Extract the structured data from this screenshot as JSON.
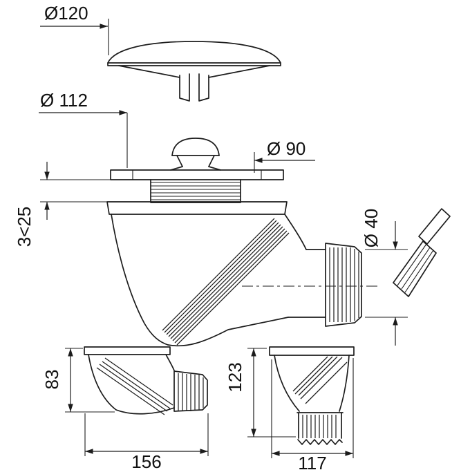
{
  "page": {
    "background": "#ffffff",
    "line_color": "#1c1c1c"
  },
  "drawing": {
    "dimensions": {
      "cap_diameter": "Ø120",
      "flange_diameter": "Ø 112",
      "opening_diameter": "Ø 90",
      "mounting_thickness_range": "3<25",
      "outlet_diameter": "Ø 40",
      "compact_view_height": "83",
      "compact_view_width": "156",
      "vertical_view_height": "123",
      "vertical_view_width": "117"
    }
  }
}
